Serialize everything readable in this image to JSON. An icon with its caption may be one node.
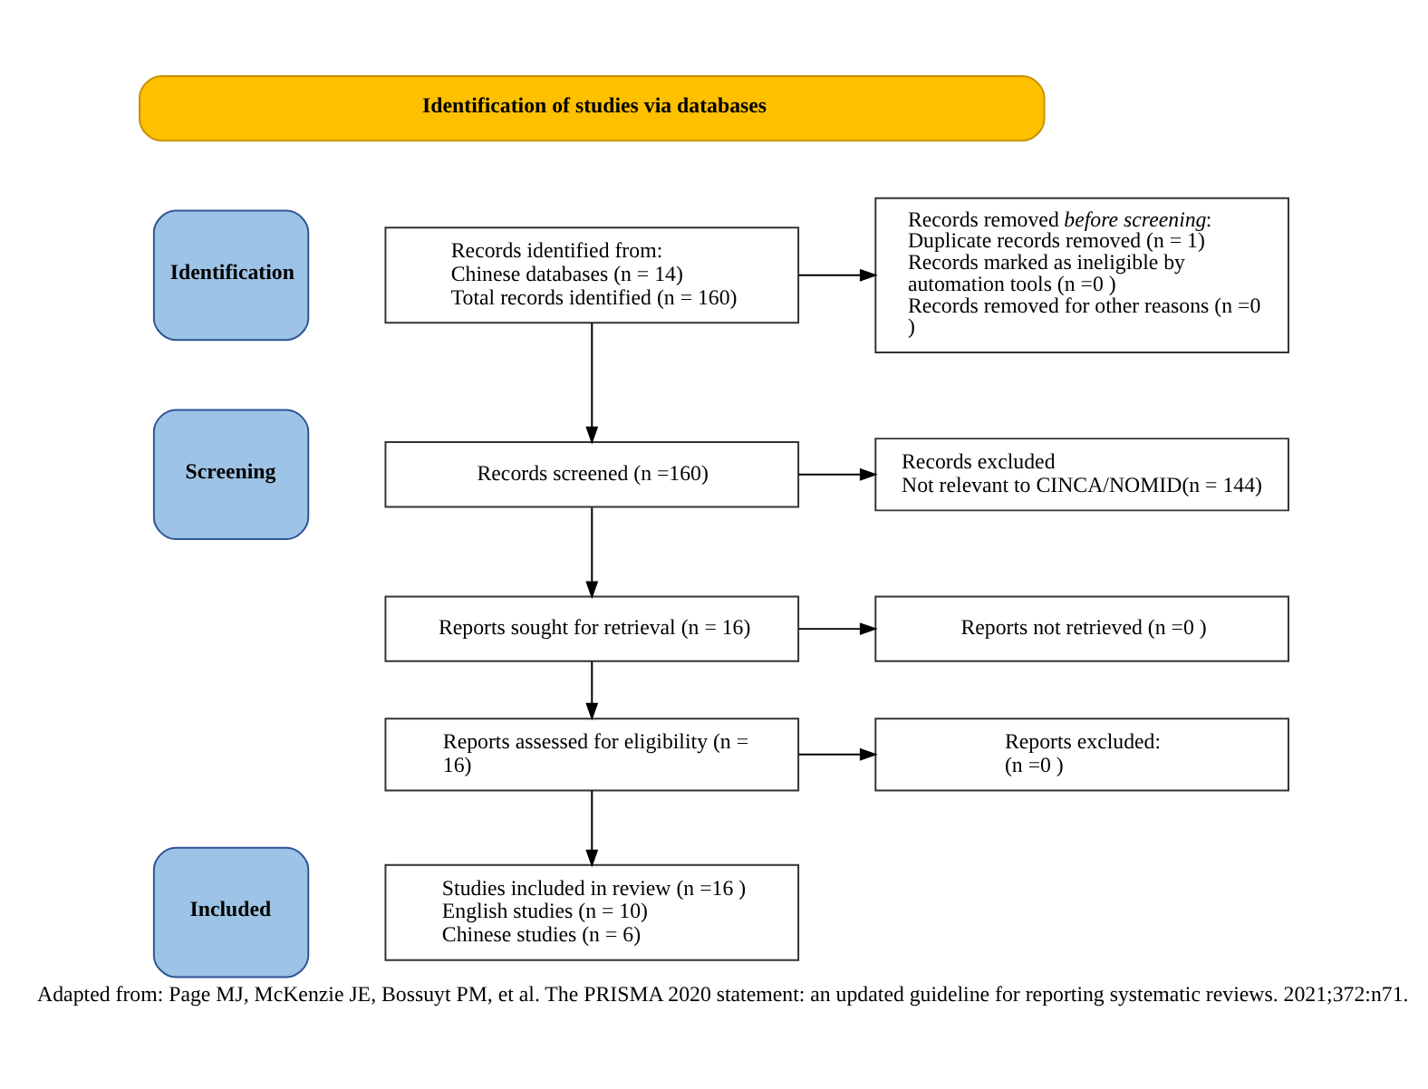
{
  "diagram": {
    "caption": "Adapted from: Page MJ, McKenzie JE, Bossuyt PM, et al. The PRISMA 2020 statement: an updated guideline for reporting systematic reviews. 2021;372:n71.",
    "nodes": [
      {
        "text": [
          "Identification of studies via databases"
        ]
      },
      {
        "text": [
          "Identification"
        ]
      },
      {
        "text": [
          "Screening"
        ]
      },
      {
        "text": [
          "Included"
        ]
      },
      {
        "text": [
          "Records identified from:",
          "Chinese databases (n = 14)",
          "Total records identified (n = 160)"
        ]
      },
      {
        "text": [
          "Records removed *before screening*:",
          "Duplicate records removed (n = 1)",
          "Records marked as ineligible by automation tools (n =0 )",
          "Records removed for other reasons (n =0 )"
        ]
      },
      {
        "text": [
          "Records screened (n =160)"
        ]
      },
      {
        "text": [
          "Records excluded",
          "Not relevant to CINCA/NOMID(n = 144)"
        ]
      },
      {
        "text": [
          "Reports sought for retrieval (n = 16)"
        ]
      },
      {
        "text": [
          "Reports not retrieved (n =0 )"
        ]
      },
      {
        "text": [
          "Reports assessed for eligibility (n = 16)"
        ]
      },
      {
        "text": [
          "Reports excluded:",
          "(n =0 )"
        ]
      },
      {
        "text": [
          "Studies included in review (n =16 )",
          "English studies (n = 10)",
          "Chinese studies (n = 6)"
        ]
      }
    ],
    "edges": [
      {
        "from": 4,
        "to": 5,
        "arrow": "to"
      },
      {
        "from": 4,
        "to": 6,
        "arrow": "to"
      },
      {
        "from": 6,
        "to": 7,
        "arrow": "to"
      },
      {
        "from": 6,
        "to": 8,
        "arrow": "to"
      },
      {
        "from": 8,
        "to": 9,
        "arrow": "to"
      },
      {
        "from": 8,
        "to": 10,
        "arrow": "to"
      },
      {
        "from": 10,
        "to": 11,
        "arrow": "to"
      },
      {
        "from": 10,
        "to": 12,
        "arrow": "to"
      }
    ]
  }
}
